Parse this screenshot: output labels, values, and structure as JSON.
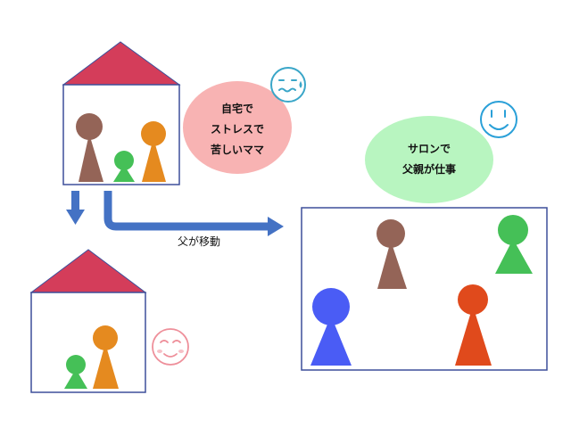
{
  "bubbles": {
    "stress": {
      "lines": [
        "自宅で",
        "ストレスで",
        "苦しいママ"
      ],
      "color": "#f8b3b3"
    },
    "salon": {
      "lines": [
        "サロンで",
        "父親が仕事"
      ],
      "color": "#b8f5c0"
    }
  },
  "arrow_label": "父が移動",
  "colors": {
    "roof": "#d43d5a",
    "house_border": "#3d4f9a",
    "arrow": "#4472c4",
    "mother": "#946457",
    "child_green": "#45c057",
    "child_orange": "#e58a1f",
    "salon_blue": "#4a5cf5",
    "salon_red": "#e04a1c",
    "face_sad": "#3aa6c8",
    "face_happy": "#2aa0d8",
    "face_relaxed": "#ee8f9a"
  },
  "icons": [
    "sad-face-icon",
    "happy-face-icon",
    "relaxed-face-icon"
  ]
}
